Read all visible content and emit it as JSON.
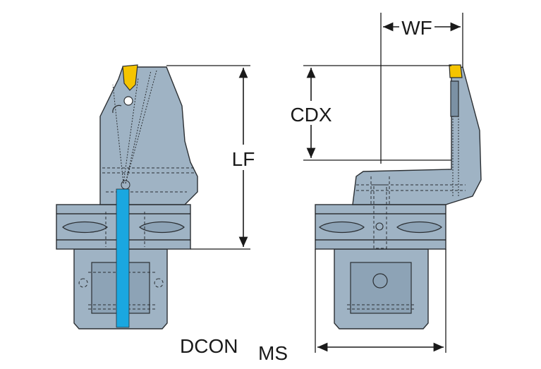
{
  "labels": {
    "lf": "LF",
    "wf": "WF",
    "cdx": "CDX",
    "dcon_main": "DCON",
    "dcon_sub": "MS"
  },
  "colors": {
    "body": "#9fb3c4",
    "body_dark": "#7b91a4",
    "insert": "#f5c400",
    "coolant": "#1aa7e0",
    "outline": "#2b2f33"
  }
}
